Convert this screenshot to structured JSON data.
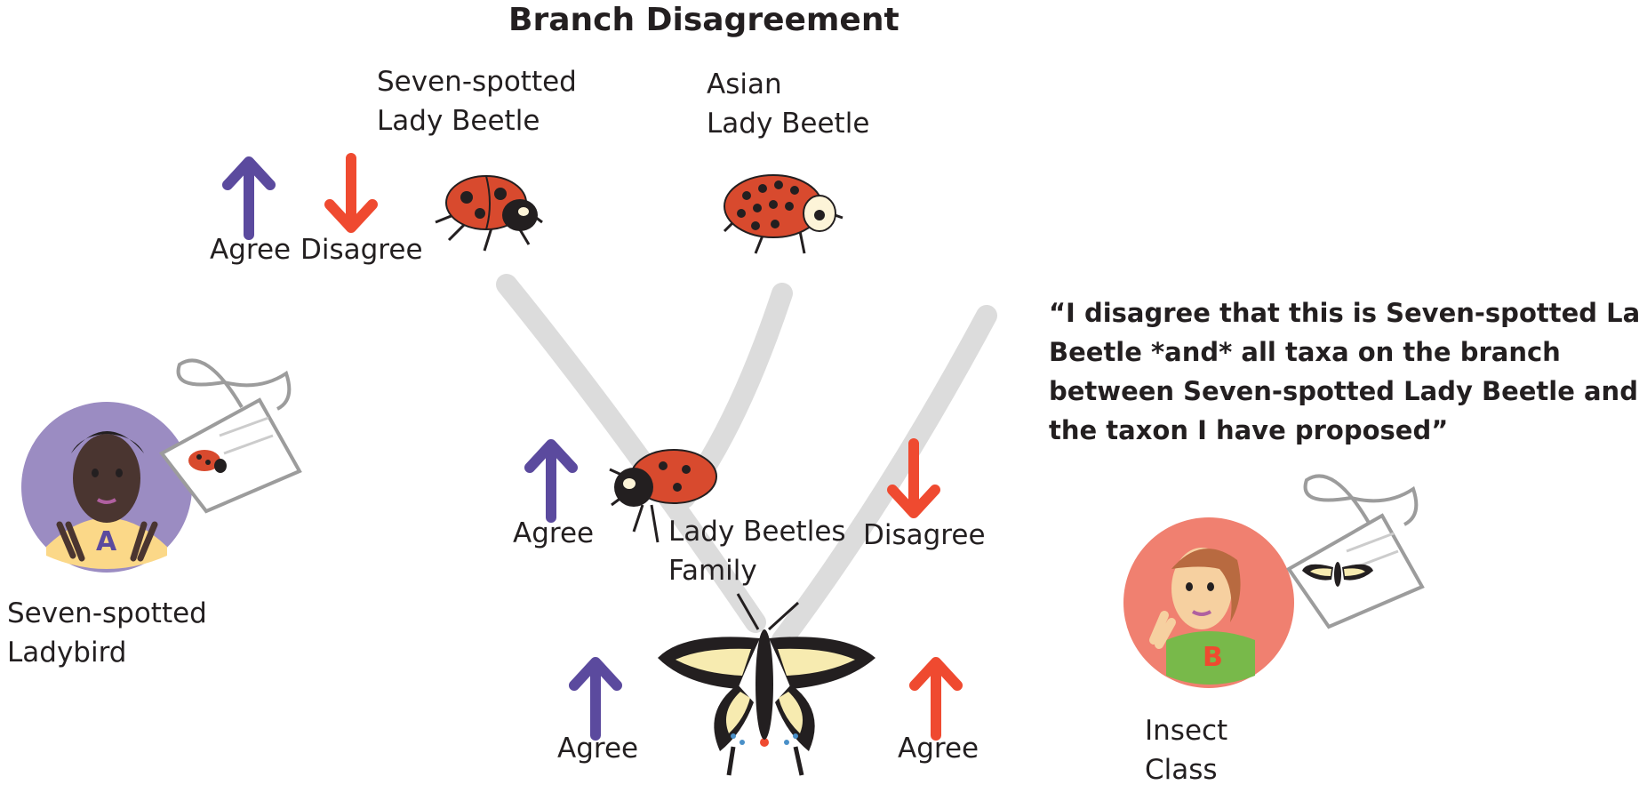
{
  "title": "Branch Disagreement",
  "taxa": {
    "seven_spotted_line1": "Seven-spotted",
    "seven_spotted_line2": "Lady Beetle",
    "asian_line1": "Asian",
    "asian_line2": "Lady Beetle",
    "family_line1": "Lady Beetles",
    "family_line2": "Family"
  },
  "labels": {
    "agree": "Agree",
    "disagree": "Disagree"
  },
  "identifier_a": {
    "badge": "A",
    "name_line1": "Seven-spotted",
    "name_line2": "Ladybird"
  },
  "identifier_b": {
    "badge": "B",
    "name_line1": "Insect",
    "name_line2": "Class"
  },
  "quote": {
    "line1": "“I disagree that this is Seven-spotted Lady",
    "line2": "Beetle *and* all taxa on the branch",
    "line3": "between Seven-spotted Lady Beetle and",
    "line4": "the taxon I have proposed”"
  },
  "colors": {
    "agree_purple": "#5b4a9e",
    "disagree_red": "#ef4a30",
    "branch_gray": "#dcdcdc",
    "avatar_a_bg": "#9b8cc2",
    "avatar_b_bg": "#f08070"
  }
}
